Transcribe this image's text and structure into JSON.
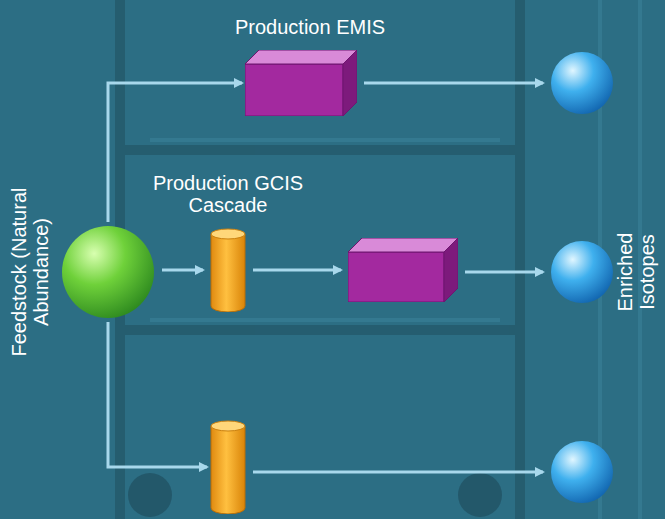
{
  "diagram": {
    "nodes": [
      {
        "text": [
          "Feedstock (Natural Abundance)"
        ]
      },
      {
        "text": [
          "Production EMIS"
        ]
      },
      {
        "text": []
      },
      {
        "text": [
          "Production GCIS Cascade"
        ]
      },
      {
        "text": []
      },
      {
        "text": []
      },
      {
        "text": []
      },
      {
        "text": []
      }
    ],
    "edges": [
      {
        "from": 0,
        "to": 1,
        "arrow": "to"
      },
      {
        "from": 1,
        "to": 2,
        "arrow": "to"
      },
      {
        "from": 0,
        "to": 3,
        "arrow": "to"
      },
      {
        "from": 3,
        "to": 4,
        "arrow": "to"
      },
      {
        "from": 4,
        "to": 5,
        "arrow": "to"
      },
      {
        "from": 0,
        "to": 6,
        "arrow": "to"
      },
      {
        "from": 6,
        "to": 7,
        "arrow": "to"
      }
    ],
    "labels": [
      "Enriched Isotopes"
    ]
  }
}
